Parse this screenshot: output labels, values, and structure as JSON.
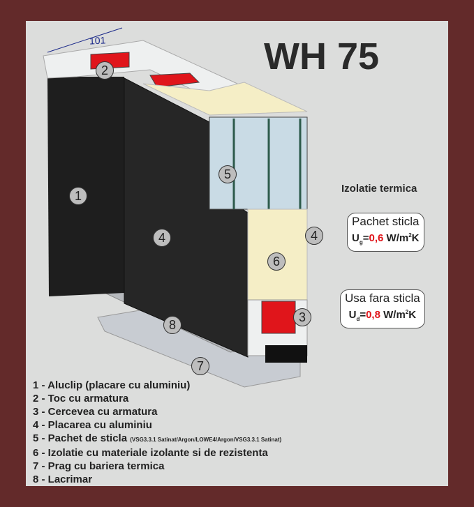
{
  "title": "WH 75",
  "dimension": "101",
  "side_title": "Izolatie termica",
  "glass_box": {
    "label": "Pachet sticla",
    "symbol": "U",
    "sub": "g",
    "eq": "=",
    "value": "0,6",
    "unit": "W/m",
    "sup": "2",
    "unit_end": "K"
  },
  "door_box": {
    "label": "Usa fara sticla",
    "symbol": "U",
    "sub": "d",
    "eq": "=",
    "value": "0,8",
    "unit": "W/m",
    "sup": "2",
    "unit_end": "K"
  },
  "callouts": [
    "1",
    "2",
    "3",
    "4",
    "4",
    "5",
    "6",
    "7",
    "8"
  ],
  "legend": [
    {
      "text": "1 - Aluclip (placare cu aluminiu)"
    },
    {
      "text": "2 - Toc cu armatura"
    },
    {
      "text": "3 - Cercevea cu armatura"
    },
    {
      "text": "4 - Placarea cu aluminiu"
    },
    {
      "text": "5 - Pachet de sticla",
      "note": "(VSG3.3.1 Satinat/Argon/LOWE4/Argon/VSG3.3.1 Satinat)"
    },
    {
      "text": "6 - Izolatie cu materiale izolante si de rezistenta"
    },
    {
      "text": "7 - Prag cu bariera termica"
    },
    {
      "text": "8 - Lacrimar"
    }
  ],
  "colors": {
    "frame": "#632a2a",
    "panel": "#dcdddc",
    "accent": "#e0151b"
  }
}
